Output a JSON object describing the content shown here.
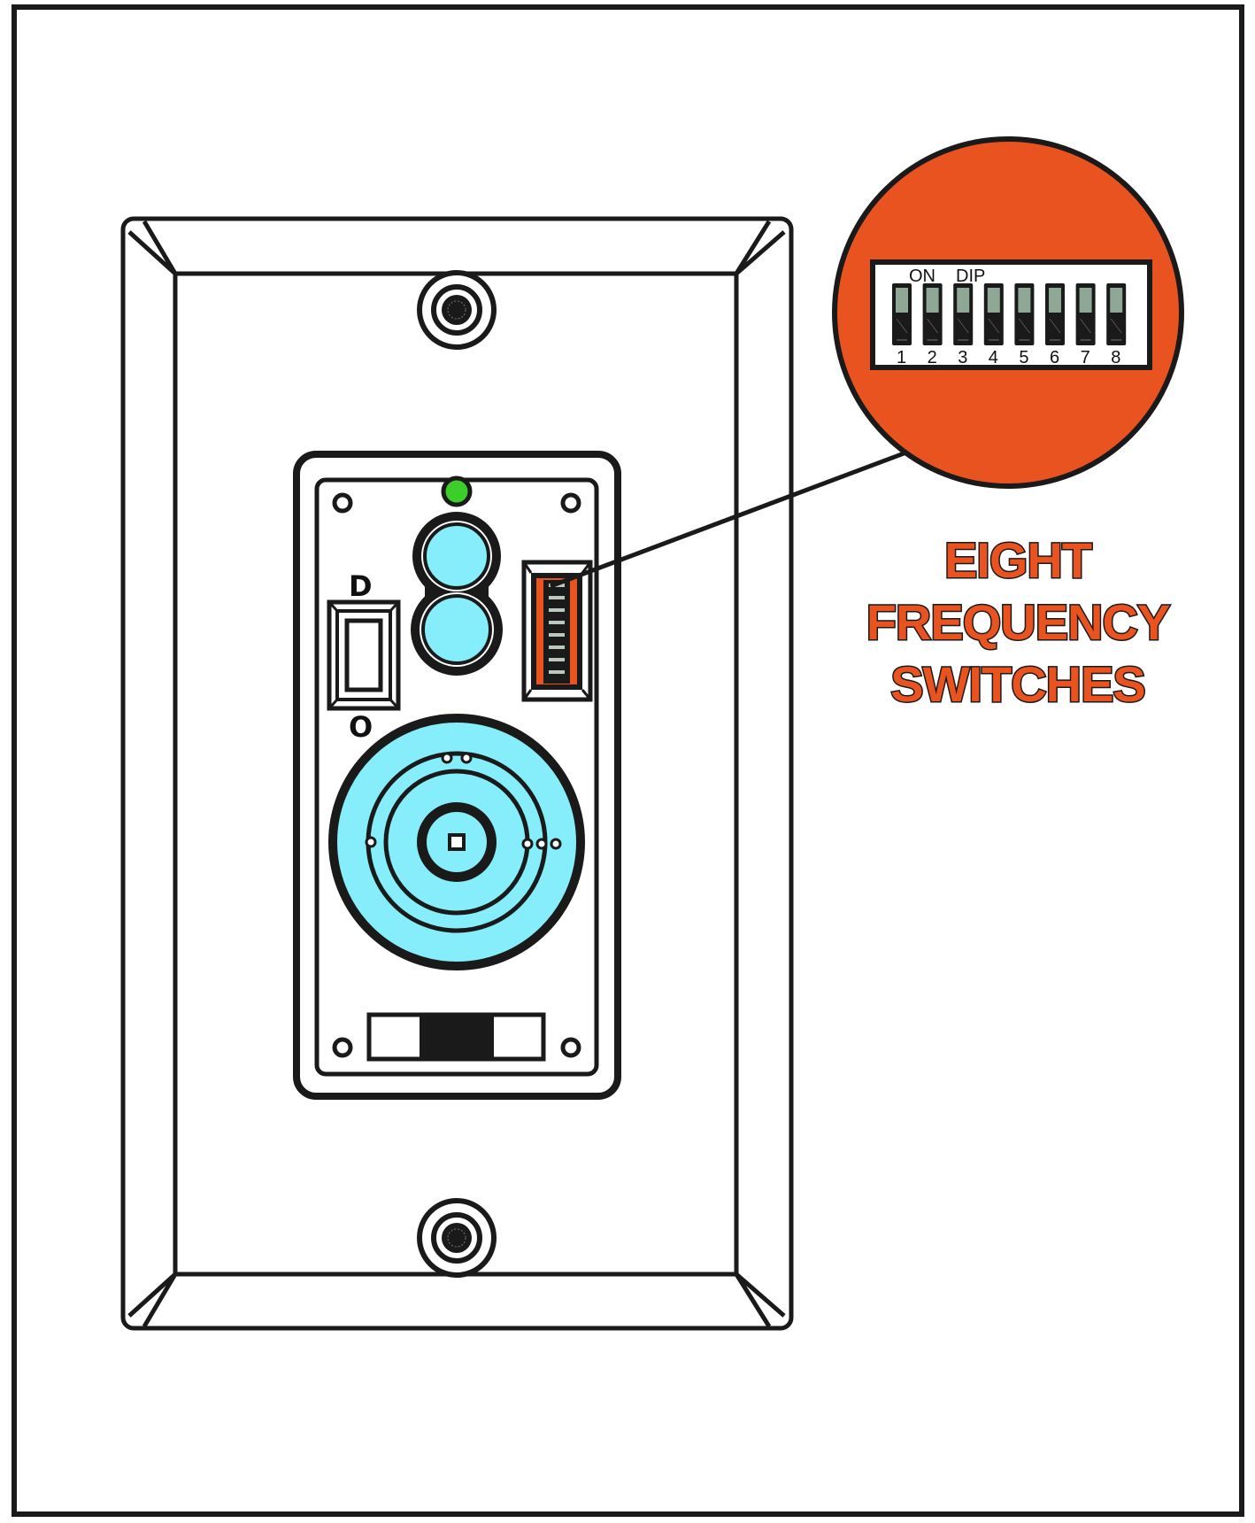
{
  "callout": {
    "lines": [
      "EIGHT",
      "FREQUENCY",
      "SWITCHES"
    ],
    "color": "#e8531f"
  },
  "dip_switch": {
    "top_labels": [
      "ON",
      "DIP"
    ],
    "positions": [
      "1",
      "2",
      "3",
      "4",
      "5",
      "6",
      "7",
      "8"
    ],
    "count": 8,
    "circle_color": "#e8531f",
    "switch_window_color": "#8fa896"
  },
  "module": {
    "rocker_letters": [
      "D",
      "O"
    ],
    "led_color": "#3ccf2a",
    "accent_fill": "#85eefa"
  }
}
